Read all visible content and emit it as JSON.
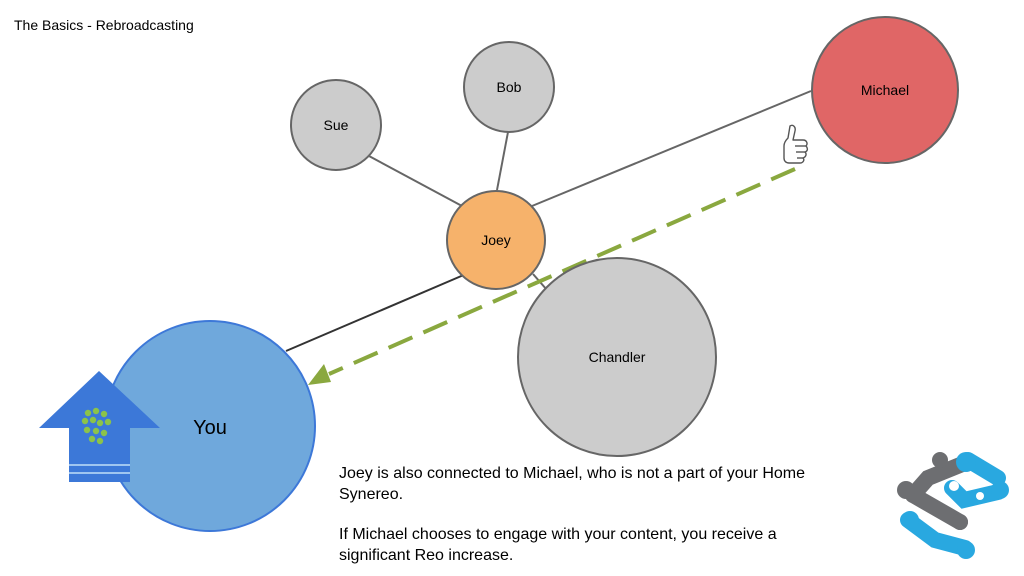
{
  "slide": {
    "title": "The Basics - Rebroadcasting"
  },
  "nodes": {
    "you": "You",
    "joey": "Joey",
    "sue": "Sue",
    "bob": "Bob",
    "chandler": "Chandler",
    "michael": "Michael"
  },
  "captions": {
    "paragraph_1": "Joey is also connected to Michael, who is not a part of your Home Synereo.",
    "paragraph_2": "If Michael chooses to engage with your content, you receive a significant Reo increase."
  },
  "icons": {
    "up_arrow": "broadcast-up-arrow-icon",
    "thumbs_up": "thumbs-up-icon",
    "logo": "synereo-logo-icon"
  },
  "colors": {
    "you": "#6fa8dc",
    "joey": "#f6b26b",
    "michael": "#e06666",
    "neutral": "#cccccc",
    "dashed_arrow": "#8aa83f",
    "logo_blue": "#29a8e0",
    "logo_gray": "#6d6e71"
  }
}
